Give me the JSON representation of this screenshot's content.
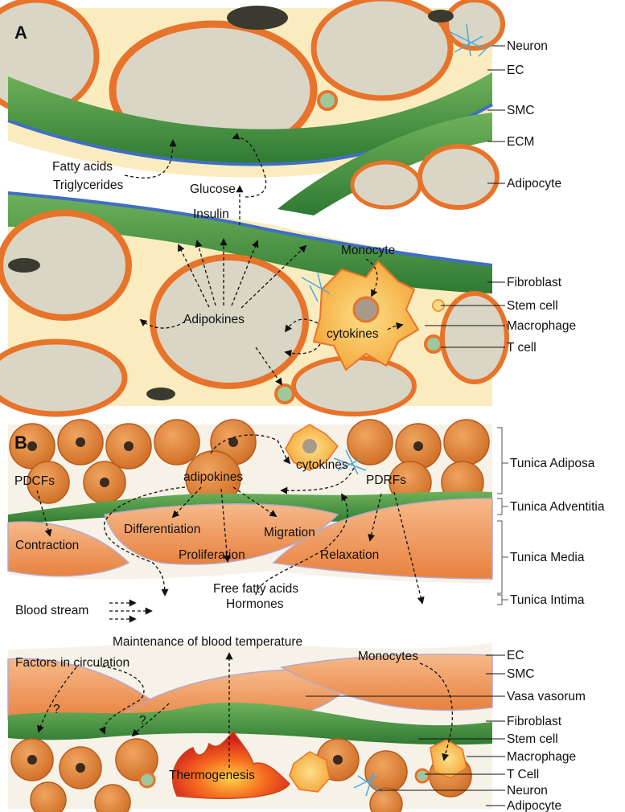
{
  "panel_a": {
    "letter": "A",
    "right_labels": {
      "neuron": "Neuron",
      "ec": "EC",
      "smc": "SMC",
      "ecm": "ECM",
      "adipocyte": "Adipocyte",
      "fibroblast": "Fibroblast",
      "stem_cell": "Stem cell",
      "macrophage": "Macrophage",
      "t_cell": "T cell"
    },
    "inner_labels": {
      "fatty_acids": "Fatty acids",
      "triglycerides": "Triglycerides",
      "glucose": "Glucose",
      "insulin": "Insulin",
      "monocyte": "Monocyte",
      "adipokines": "Adipokines",
      "cytokines": "cytokines"
    }
  },
  "panel_b": {
    "letter": "B",
    "right_labels": {
      "tunica_adiposa": "Tunica Adiposa",
      "tunica_adventitia": "Tunica Adventitia",
      "tunica_media": "Tunica Media",
      "tunica_intima": "Tunica Intima",
      "ec": "EC",
      "smc": "SMC",
      "vasa_vasorum": "Vasa vasorum",
      "fibroblast": "Fibroblast",
      "stem_cell": "Stem cell",
      "macrophage": "Macrophage",
      "t_cell": "T Cell",
      "neuron": "Neuron",
      "adipocyte": "Adipocyte"
    },
    "inner_labels": {
      "cytokines": "cytokines",
      "adipokines": "adipokines",
      "pdcfs": "PDCFs",
      "pdrfs": "PDRFs",
      "differentiation": "Differentiation",
      "migration": "Migration",
      "contraction": "Contraction",
      "proliferation": "Proliferation",
      "relaxation": "Relaxation",
      "free_fatty_acids": "Free fatty acids",
      "hormones": "Hormones",
      "blood_stream": "Blood stream",
      "maintenance": "Maintenance of blood temperature",
      "factors": "Factors in circulation",
      "monocytes": "Monocytes",
      "question1": "?",
      "question2": "?",
      "thermogenesis": "Thermogenesis"
    }
  },
  "colors": {
    "adipocyte_fill": "#d9d6c6",
    "adipocyte_rim": "#e8732a",
    "smc_green": "#3e8a3a",
    "ec_blue": "#3f6fc4",
    "ecm_yellow": "#fbecc0",
    "brown_cell": "#d9782c",
    "lumen": "#ffffff"
  }
}
